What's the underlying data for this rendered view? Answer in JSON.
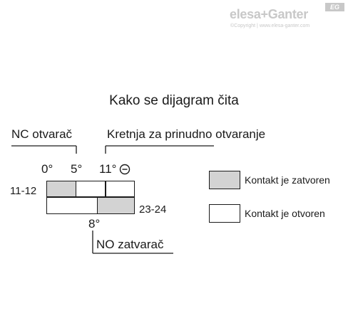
{
  "logo": {
    "text": "elesa+Ganter",
    "badge": "EG",
    "copyright": "©Copyright | www.elesa-ganter.com",
    "color": "#c8c8c8"
  },
  "title": "Kako se dijagram čita",
  "labels": {
    "nc": "NC otvarač",
    "forced_opening": "Kretnja za prinudno otvaranje",
    "no": "NO zatvarač",
    "deg0": "0°",
    "deg5": "5°",
    "deg11": "11°",
    "deg8": "8°",
    "contact_top": "11-12",
    "contact_bottom": "23-24",
    "forced_icon": "forced-opening-icon"
  },
  "legend": {
    "closed": {
      "label": "Kontakt je zatvoren",
      "color": "#d3d3d3"
    },
    "open": {
      "label": "Kontakt je otvoren",
      "color": "#ffffff"
    }
  }
}
